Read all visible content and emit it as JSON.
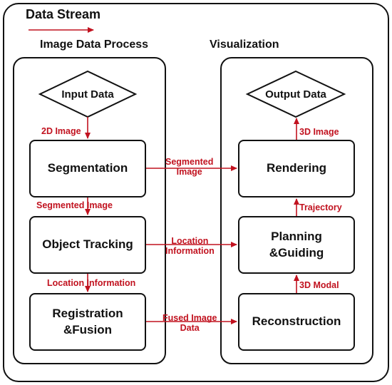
{
  "legend": {
    "title": "Data Stream",
    "arrow_color": "#c1121f"
  },
  "panels": {
    "left": {
      "title": "Image Data Process"
    },
    "right": {
      "title": "Visualization"
    }
  },
  "nodes": {
    "input": "Input Data",
    "segmentation": "Segmentation",
    "object_tracking": "Object Tracking",
    "registration_line1": "Registration",
    "registration_line2": "&Fusion",
    "output": "Output Data",
    "rendering": "Rendering",
    "planning_line1": "Planning",
    "planning_line2": "&Guiding",
    "reconstruction": "Reconstruction"
  },
  "edge_labels": {
    "input_to_seg": "2D Image",
    "seg_to_track": "Segmented Image",
    "track_to_reg": "Location Information",
    "seg_to_render_line1": "Segmented",
    "seg_to_render_line2": "Image",
    "track_to_plan_line1": "Location",
    "track_to_plan_line2": "Information",
    "reg_to_recon_line1": "Fused Image",
    "reg_to_recon_line2": "Data",
    "recon_to_plan": "3D Modal",
    "plan_to_render": "Trajectory",
    "render_to_output": "3D Image"
  },
  "colors": {
    "edge": "#c1121f",
    "outline": "#111111"
  }
}
